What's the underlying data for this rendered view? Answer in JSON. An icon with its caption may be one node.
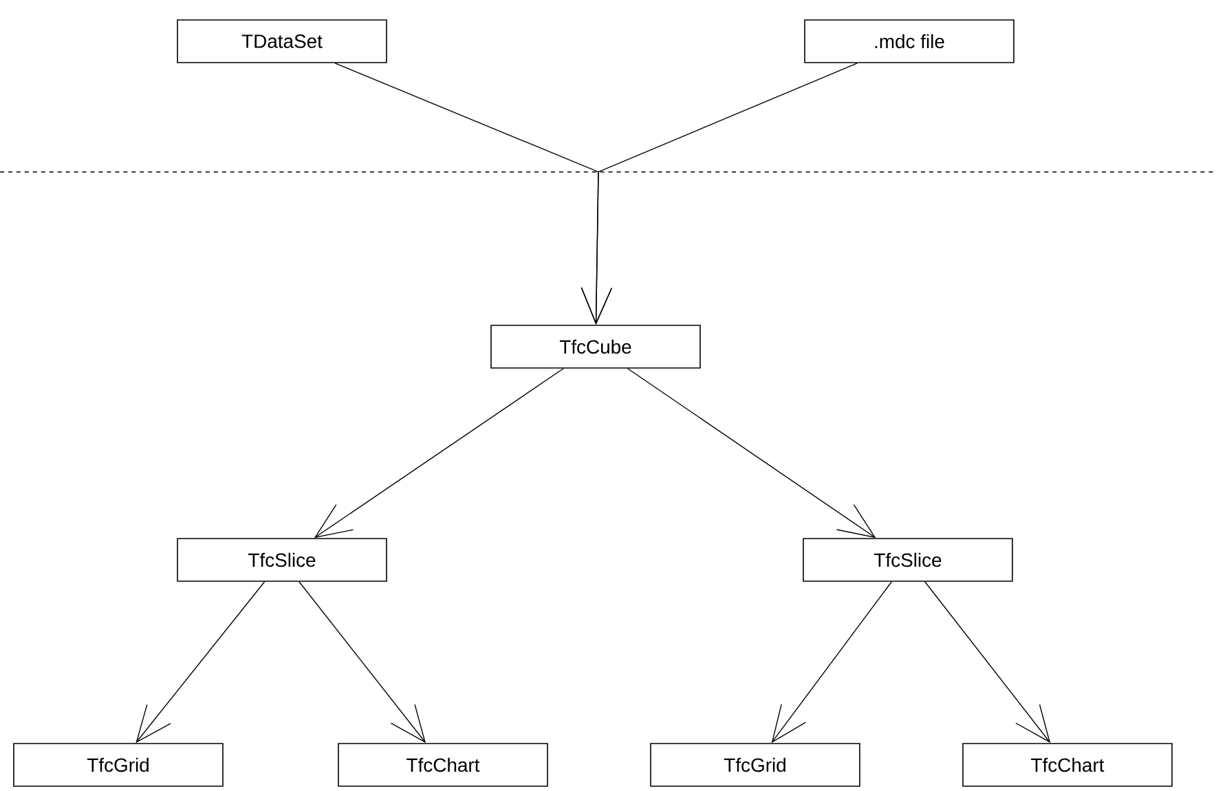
{
  "diagram": {
    "nodes": [
      {
        "text": [
          "TDataSet"
        ]
      },
      {
        "text": [
          ".mdc file"
        ]
      },
      {
        "text": [
          "TfcCube"
        ]
      },
      {
        "text": [
          "TfcSlice"
        ]
      },
      {
        "text": [
          "TfcSlice"
        ]
      },
      {
        "text": [
          "TfcGrid"
        ]
      },
      {
        "text": [
          "TfcChart"
        ]
      },
      {
        "text": [
          "TfcGrid"
        ]
      },
      {
        "text": [
          "TfcChart"
        ]
      }
    ],
    "edges": [
      {
        "from": 0,
        "to": 2,
        "arrow": "to"
      },
      {
        "from": 1,
        "to": 2,
        "arrow": "to"
      },
      {
        "from": 2,
        "to": 3,
        "arrow": "to"
      },
      {
        "from": 2,
        "to": 4,
        "arrow": "to"
      },
      {
        "from": 3,
        "to": 5,
        "arrow": "to"
      },
      {
        "from": 3,
        "to": 6,
        "arrow": "to"
      },
      {
        "from": 4,
        "to": 7,
        "arrow": "to"
      },
      {
        "from": 4,
        "to": 8,
        "arrow": "to"
      }
    ]
  }
}
